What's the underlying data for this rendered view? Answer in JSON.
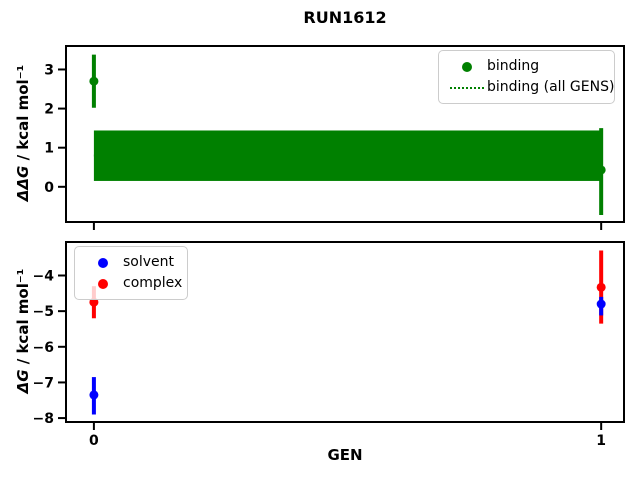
{
  "title": "RUN1612",
  "colors": {
    "binding": "#008000",
    "solvent": "#0000ff",
    "complex": "#ff0000",
    "axis": "#000000",
    "legend_border": "#cccccc"
  },
  "xlabel": "GEN",
  "chart_data": [
    {
      "type": "scatter",
      "name": "binding-plot",
      "ylabel_math": "ΔΔG",
      "ylabel_units": " / kcal mol⁻¹",
      "xlim": [
        -0.055,
        1.045
      ],
      "ylim": [
        -0.9,
        3.6
      ],
      "yticks": [
        0,
        1,
        2,
        3
      ],
      "xticks": [
        0,
        1
      ],
      "xtick_labels_visible": false,
      "grid": false,
      "series": [
        {
          "name": "binding",
          "color": "#008000",
          "x": [
            0,
            1
          ],
          "y": [
            2.7,
            0.43
          ],
          "err_lo": [
            2.02,
            -0.72
          ],
          "err_hi": [
            3.38,
            1.5
          ]
        }
      ],
      "band": {
        "name": "binding (all GENS)",
        "color": "#008000",
        "x_range": [
          0,
          1
        ],
        "y_lo": 0.15,
        "y_hi": 1.44,
        "y_center": 0.8,
        "line_style": "dotted"
      },
      "legend": {
        "position": "upper right",
        "entries": [
          {
            "label": "binding",
            "marker": "dot",
            "color": "#008000"
          },
          {
            "label": "binding (all GENS)",
            "marker": "dotted-line",
            "color": "#008000"
          }
        ]
      }
    },
    {
      "type": "scatter",
      "name": "solvent-complex-plot",
      "xlabel": "GEN",
      "ylabel_math": "ΔG",
      "ylabel_units": " / kcal mol⁻¹",
      "xlim": [
        -0.055,
        1.045
      ],
      "ylim": [
        -8.11,
        -3.06
      ],
      "yticks": [
        -4,
        -5,
        -6,
        -7,
        -8
      ],
      "xticks": [
        0,
        1
      ],
      "xtick_labels_visible": true,
      "grid": false,
      "series": [
        {
          "name": "complex",
          "color": "#ff0000",
          "x": [
            0,
            1
          ],
          "y": [
            -4.75,
            -4.33
          ],
          "err_lo": [
            -5.2,
            -5.35
          ],
          "err_hi": [
            -4.3,
            -3.3
          ]
        },
        {
          "name": "solvent",
          "color": "#0000ff",
          "x": [
            0,
            1
          ],
          "y": [
            -7.35,
            -4.8
          ],
          "err_lo": [
            -7.9,
            -5.12
          ],
          "err_hi": [
            -6.85,
            -4.6
          ]
        }
      ],
      "legend": {
        "position": "upper left",
        "entries": [
          {
            "label": "solvent",
            "marker": "dot",
            "color": "#0000ff"
          },
          {
            "label": "complex",
            "marker": "dot",
            "color": "#ff0000"
          }
        ]
      }
    }
  ]
}
